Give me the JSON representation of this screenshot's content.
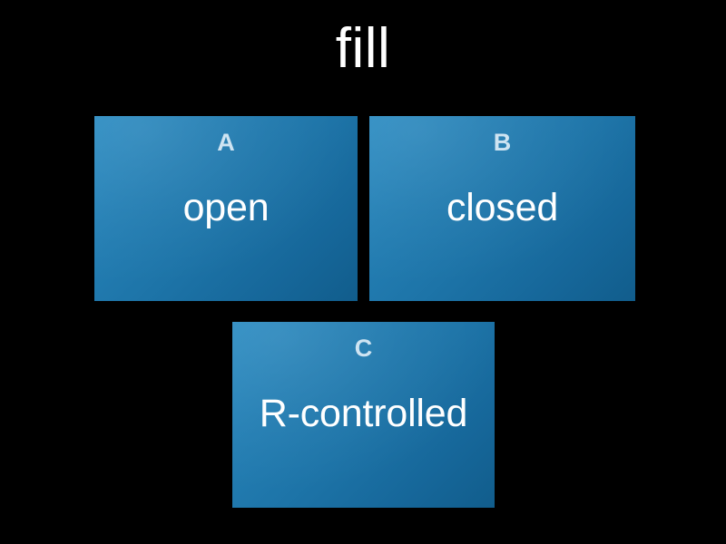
{
  "page": {
    "background_color": "#000000",
    "title": "fill",
    "title_color": "#ffffff"
  },
  "cards": [
    {
      "letter": "A",
      "answer": "open",
      "letter_color": "#cfe4f2",
      "answer_color": "#ffffff",
      "gradient_from": "#2c8cc2",
      "gradient_to": "#115d8c"
    },
    {
      "letter": "B",
      "answer": "closed",
      "letter_color": "#cfe4f2",
      "answer_color": "#ffffff",
      "gradient_from": "#2c8cc2",
      "gradient_to": "#115d8c"
    },
    {
      "letter": "C",
      "answer": "R-controlled",
      "letter_color": "#cfe4f2",
      "answer_color": "#ffffff",
      "gradient_from": "#2c8cc2",
      "gradient_to": "#115d8c"
    }
  ]
}
